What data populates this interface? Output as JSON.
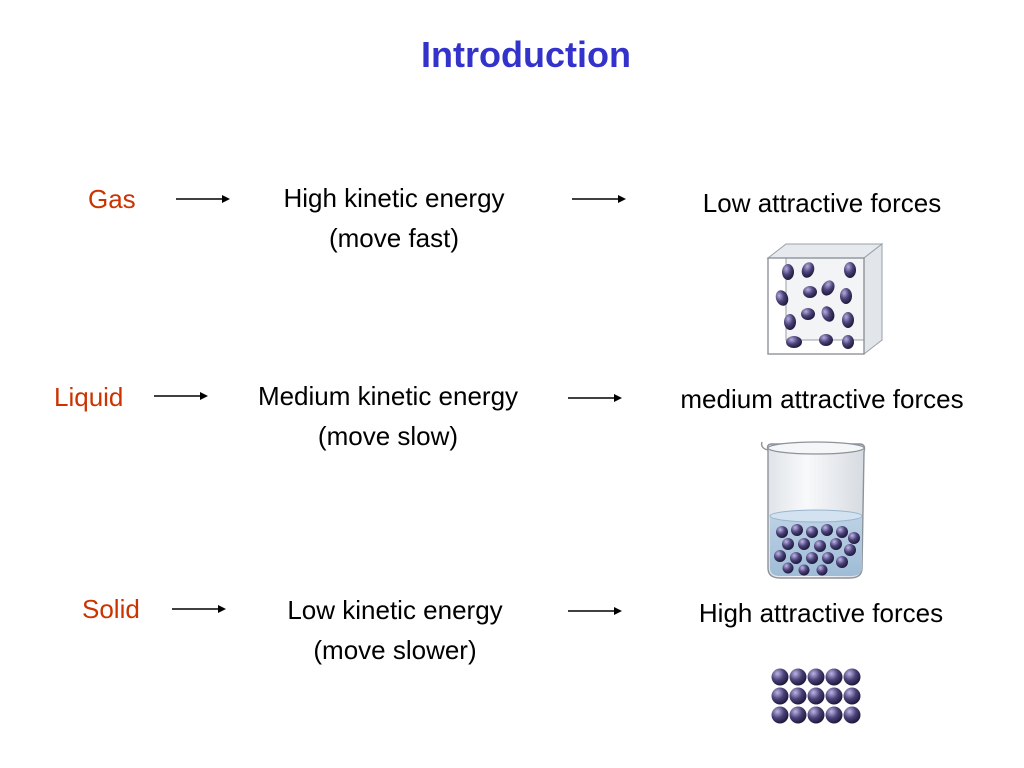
{
  "slide": {
    "title": "Introduction",
    "title_color": "#3333cc",
    "state_color": "#cc3300",
    "particle_color": "#4a4277"
  },
  "rows": [
    {
      "state": "Gas",
      "energy": "High kinetic energy",
      "motion": "(move fast)",
      "forces": "Low attractive forces",
      "icon": "gas-particles-in-box-icon"
    },
    {
      "state": "Liquid",
      "energy": "Medium kinetic energy",
      "motion": "(move slow)",
      "forces": "medium attractive forces",
      "icon": "liquid-particles-in-beaker-icon"
    },
    {
      "state": "Solid",
      "energy": "Low kinetic energy",
      "motion": "(move slower)",
      "forces": "High attractive forces",
      "icon": "solid-particle-lattice-icon"
    }
  ]
}
